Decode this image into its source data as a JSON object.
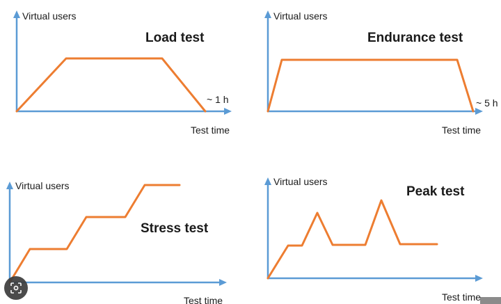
{
  "panels": [
    {
      "title": "Load test",
      "ylabel": "Virtual users",
      "xlabel": "Test time",
      "duration": "~ 1 h",
      "accent": "#ed7d31",
      "axis_color": "#5b9bd5"
    },
    {
      "title": "Endurance test",
      "ylabel": "Virtual users",
      "xlabel": "Test time",
      "duration": "~ 5 h",
      "accent": "#ed7d31",
      "axis_color": "#5b9bd5"
    },
    {
      "title": "Stress test",
      "ylabel": "Virtual users",
      "xlabel": "Test time",
      "duration": "",
      "accent": "#ed7d31",
      "axis_color": "#5b9bd5"
    },
    {
      "title": "Peak test",
      "ylabel": "Virtual users",
      "xlabel": "Test time",
      "duration": "",
      "accent": "#ed7d31",
      "axis_color": "#5b9bd5"
    }
  ],
  "overlay": {
    "icon": "lens-icon"
  }
}
